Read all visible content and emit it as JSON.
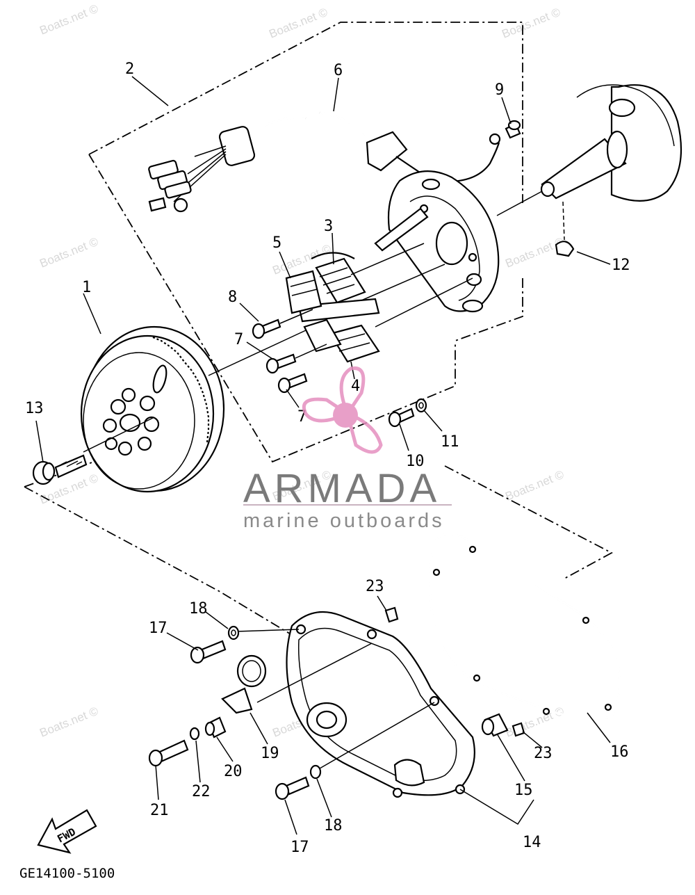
{
  "callouts": {
    "c1": "1",
    "c2": "2",
    "c3": "3",
    "c4": "4",
    "c5": "5",
    "c6": "6",
    "c7a": "7",
    "c7b": "7",
    "c8": "8",
    "c9": "9",
    "c10": "10",
    "c11": "11",
    "c12": "12",
    "c13": "13",
    "c14": "14",
    "c15": "15",
    "c16": "16",
    "c17a": "17",
    "c17b": "17",
    "c18a": "18",
    "c18b": "18",
    "c19": "19",
    "c20": "20",
    "c21": "21",
    "c22": "22",
    "c23a": "23",
    "c23b": "23"
  },
  "watermarks": {
    "w1": "Boats.net ©",
    "w2": "Boats.net ©",
    "w3": "Boats.net ©",
    "w4": "Boats.net ©",
    "w5": "Boats.net ©",
    "w6": "Boats.net ©",
    "w7": "Boats.net ©",
    "w8": "Boats.net ©",
    "w9": "Boats.net ©",
    "w10": "Boats.net ©",
    "w11": "Boats.net ©",
    "w12": "Boats.net ©"
  },
  "logo": {
    "brand": "ARMADA",
    "tagline": "marine outboards",
    "prop_color": "#e58fbf",
    "hub_color": "#e58fbf"
  },
  "fwd_label": "FWD",
  "diagram_code": "GE14100-5100"
}
